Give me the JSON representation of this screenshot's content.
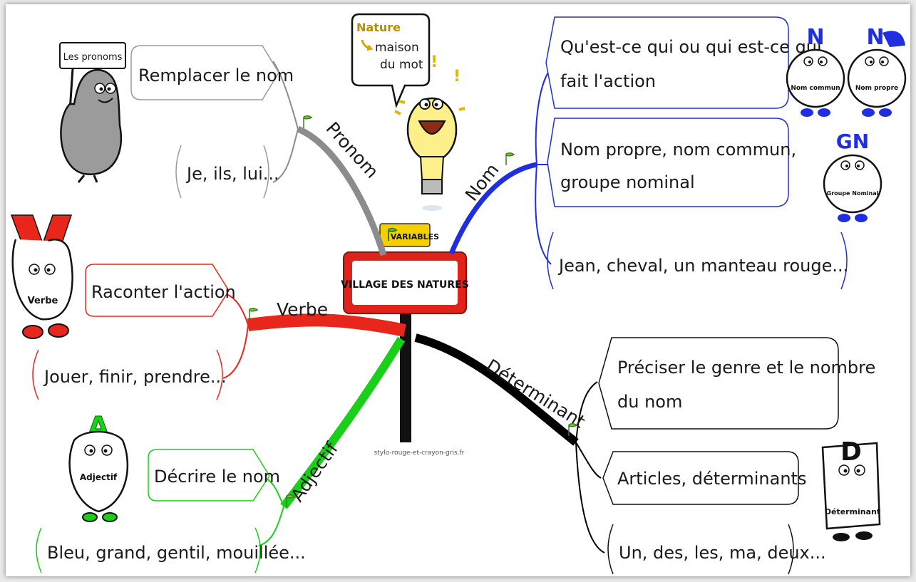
{
  "center": {
    "title": "VILLAGE DES NATURES",
    "tag": "VARIABLES"
  },
  "bubble": {
    "word1": "Nature",
    "word2": "maison",
    "word3": "du mot"
  },
  "branches": {
    "pronom": {
      "label": "Pronom",
      "color": "#8c8c8c",
      "box1": "Remplacer le nom",
      "box2": "Je, ils, lui...",
      "sign": "Les pronoms"
    },
    "verbe": {
      "label": "Verbe",
      "color": "#e8261b",
      "box1": "Raconter l'action",
      "box2": "Jouer, finir, prendre...",
      "char": "Verbe",
      "letter": "V"
    },
    "adjectif": {
      "label": "Adjectif",
      "color": "#19d019",
      "box1": "Décrire le nom",
      "box2": "Bleu, grand, gentil, mouillée...",
      "char": "Adjectif",
      "letter": "A"
    },
    "nom": {
      "label": "Nom",
      "color": "#1f2fe0",
      "box1_line1": "Qu'est-ce qui ou qui est-ce qui",
      "box1_line2": "fait l'action",
      "box2_line1": "Nom propre, nom commun,",
      "box2_line2": "groupe nominal",
      "box3": "Jean, cheval, un manteau rouge...",
      "char1": "Nom commun",
      "char2": "Nom propre",
      "char3": "Groupe Nominal",
      "letter_n": "N",
      "letter_gn": "GN"
    },
    "determinant": {
      "label": "Déterminant",
      "color": "#000000",
      "box1_line1": "Préciser le genre et le nombre",
      "box1_line2": "du nom",
      "box2": "Articles, déterminants",
      "box3": "Un, des, les, ma, deux...",
      "char": "Déterminant",
      "letter": "D"
    }
  },
  "credit": "stylo-rouge-et-crayon-gris.fr"
}
